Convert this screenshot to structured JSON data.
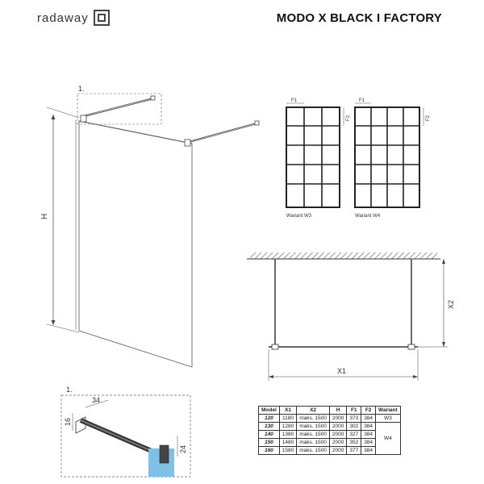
{
  "brand": {
    "name": "radaway"
  },
  "title": "MODO X BLACK I FACTORY",
  "callout": {
    "label": "1."
  },
  "dimension": {
    "h": "H",
    "x1": "X1",
    "x2": "X2",
    "f1": "F1",
    "f2": "F2"
  },
  "detail": {
    "label": "1.",
    "dim_34": "34",
    "dim_16": "16",
    "dim_24": "24"
  },
  "variants": {
    "w3": "Wariant W3",
    "w4": "Wariant W4"
  },
  "table": {
    "headers": [
      "Model",
      "X1",
      "X2",
      "H",
      "F1",
      "F2",
      "Wariant"
    ],
    "rows": [
      [
        "120",
        "1180",
        "maks. 1500",
        "2000",
        "373",
        "384"
      ],
      [
        "130",
        "1280",
        "maks. 1500",
        "2000",
        "302",
        "384"
      ],
      [
        "140",
        "1380",
        "maks. 1500",
        "2000",
        "327",
        "384"
      ],
      [
        "150",
        "1480",
        "maks. 1500",
        "2000",
        "352",
        "384"
      ],
      [
        "160",
        "1580",
        "maks. 1500",
        "2000",
        "377",
        "384"
      ]
    ],
    "variant_w3": "W3",
    "variant_w4": "W4"
  }
}
